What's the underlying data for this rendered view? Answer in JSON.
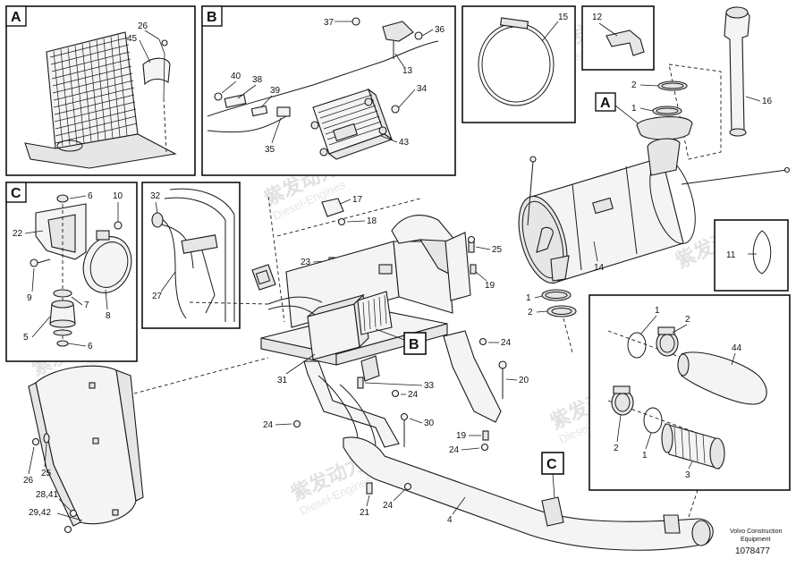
{
  "sections": {
    "A": "A",
    "B": "B",
    "C": "C"
  },
  "callouts": {
    "p26a": "26",
    "p45": "45",
    "p37": "37",
    "p36": "36",
    "p13": "13",
    "p40": "40",
    "p38": "38",
    "p39": "39",
    "p34": "34",
    "p35": "35",
    "p43": "43",
    "p15": "15",
    "p12": "12",
    "p16": "16",
    "p2a": "2",
    "p1a": "1",
    "p14": "14",
    "p6a": "6",
    "p10": "10",
    "p22": "22",
    "p9": "9",
    "p7": "7",
    "p8": "8",
    "p5": "5",
    "p6b": "6",
    "p32": "32",
    "p27": "27",
    "p17": "17",
    "p18": "18",
    "p23": "23",
    "p19a": "19",
    "p25a": "25",
    "p19b": "19",
    "p1b": "1",
    "p2b": "2",
    "p24a": "24",
    "p31": "31",
    "p33": "33",
    "p24b": "24",
    "p20": "20",
    "p24c": "24",
    "p30": "30",
    "p19c": "19",
    "p24d": "24",
    "p26b": "26",
    "p25b": "25",
    "p2841": "28,41",
    "p2942": "29,42",
    "p21": "21",
    "p24e": "24",
    "p4": "4",
    "p11": "11",
    "p1c": "1",
    "p2c": "2",
    "p44": "44",
    "p2d": "2",
    "p1d": "1",
    "p3": "3"
  },
  "footer": {
    "brand_line1": "Volvo Construction",
    "brand_line2": "Equipment",
    "drawing_number": "1078477"
  },
  "watermark": {
    "cn": "紫发动力",
    "en": "Diesel-Engines"
  }
}
